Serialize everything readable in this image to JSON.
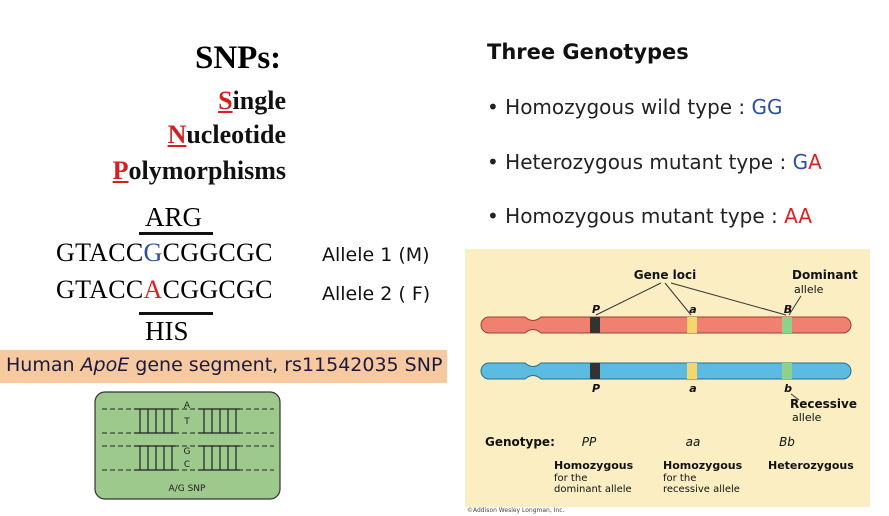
{
  "left": {
    "title": "SNPs:",
    "expansion": [
      {
        "initial": "S",
        "rest": "ingle"
      },
      {
        "initial": "N",
        "rest": "ucleotide"
      },
      {
        "initial": "P",
        "rest": "olymorphisms"
      }
    ],
    "arg_label": "ARG",
    "his_label": "HIS",
    "sequence_1": {
      "prefix": "GTACC",
      "snp": "G",
      "suffix": "CGGCGC",
      "allele": "Allele 1 (M)"
    },
    "sequence_2": {
      "prefix": "GTACC",
      "snp": "A",
      "suffix": "CGGCGC",
      "allele": "Allele 2 ( F)"
    },
    "banner": {
      "before": "Human ",
      "gene": "ApoE",
      "after": " gene segment, rs11542035 SNP"
    },
    "dna_panel": {
      "top_pair": [
        "A",
        "T"
      ],
      "bottom_pair": [
        "G",
        "C"
      ],
      "caption": "A/G SNP"
    }
  },
  "right": {
    "title": "Three Genotypes",
    "genotypes": [
      {
        "label": "• Homozygous wild type  : ",
        "code_parts": [
          {
            "text": "GG",
            "color": "#2b4ea6"
          }
        ]
      },
      {
        "label": "• Heterozygous mutant type :  ",
        "code_parts": [
          {
            "text": "G",
            "color": "#2b4ea6"
          },
          {
            "text": "A",
            "color": "#e02020"
          }
        ]
      },
      {
        "label": "• Homozygous mutant type : ",
        "code_parts": [
          {
            "text": "AA",
            "color": "#e02020"
          }
        ]
      }
    ],
    "figure": {
      "gene_loci_label": "Gene loci",
      "dominant_label": [
        "Dominant",
        "allele"
      ],
      "recessive_label": [
        "Recessive",
        "allele"
      ],
      "top_loci": [
        "P",
        "a",
        "B"
      ],
      "bottom_loci": [
        "P",
        "a",
        "b"
      ],
      "genotype_heading": "Genotype:",
      "genotypes": [
        "PP",
        "aa",
        "Bb"
      ],
      "descriptions": [
        {
          "bold": "Homozygous",
          "lines": [
            "for the",
            "dominant allele"
          ]
        },
        {
          "bold": "Homozygous",
          "lines": [
            "for the",
            "recessive allele"
          ]
        },
        {
          "bold": "Heterozygous",
          "lines": []
        }
      ],
      "copyright": "©Addison Wesley Longman, Inc."
    }
  },
  "colors": {
    "snp_red": "#d42020",
    "snp_blue": "#2b4ea6",
    "banner_bg": "#f7c9a0",
    "panel_green": "#9dc98c",
    "figure_bg": "#fbeec2",
    "chromosome_top": "#f08070",
    "chromosome_bottom": "#5bbbe0"
  }
}
